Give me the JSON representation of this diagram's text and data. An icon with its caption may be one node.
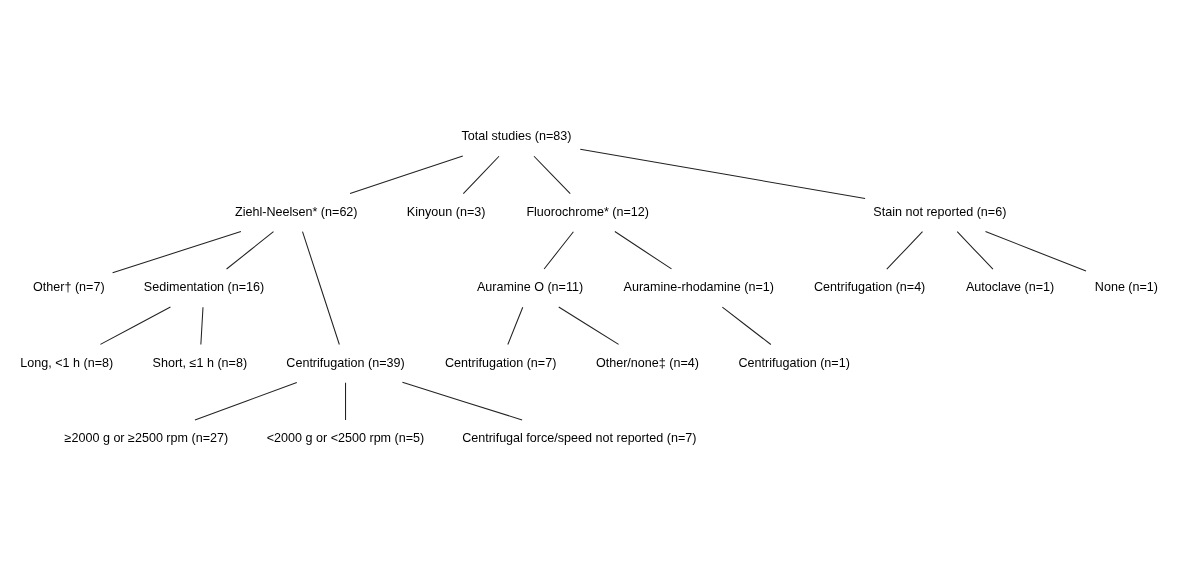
{
  "diagram": {
    "nodes": [
      {
        "text": [
          "Total studies (n=83)"
        ]
      },
      {
        "text": [
          "Ziehl-Neelsen* (n=62)"
        ]
      },
      {
        "text": [
          "Kinyoun (n=3)"
        ]
      },
      {
        "text": [
          "Fluorochrome* (n=12)"
        ]
      },
      {
        "text": [
          "Stain not reported (n=6)"
        ]
      },
      {
        "text": [
          "Other† (n=7)"
        ]
      },
      {
        "text": [
          "Sedimentation (n=16)"
        ]
      },
      {
        "text": [
          "Auramine O (n=11)"
        ]
      },
      {
        "text": [
          "Auramine-rhodamine (n=1)"
        ]
      },
      {
        "text": [
          "Long, <1 h (n=8)"
        ]
      },
      {
        "text": [
          "Short, ≤1 h (n=8)"
        ]
      },
      {
        "text": [
          "Centrifugation (n=39)"
        ]
      },
      {
        "text": [
          "Centrifugation (n=7)"
        ]
      },
      {
        "text": [
          "Other/none‡ (n=4)"
        ]
      },
      {
        "text": [
          "Centrifugation (n=1)"
        ]
      },
      {
        "text": [
          "Centrifugation (n=4)"
        ]
      },
      {
        "text": [
          "Autoclave (n=1)"
        ]
      },
      {
        "text": [
          "None (n=1)"
        ]
      },
      {
        "text": [
          "≥2000 g or ≥2500 rpm (n=27)"
        ]
      },
      {
        "text": [
          "<2000 g or <2500 rpm (n=5)"
        ]
      },
      {
        "text": [
          "Centrifugal force/speed not reported (n=7)"
        ]
      }
    ],
    "edges": [
      {
        "from": 0,
        "to": 1,
        "arrow": "none"
      },
      {
        "from": 0,
        "to": 2,
        "arrow": "none"
      },
      {
        "from": 0,
        "to": 3,
        "arrow": "none"
      },
      {
        "from": 0,
        "to": 4,
        "arrow": "none"
      },
      {
        "from": 1,
        "to": 5,
        "arrow": "none"
      },
      {
        "from": 1,
        "to": 11,
        "arrow": "none"
      },
      {
        "from": 1,
        "to": 6,
        "arrow": "none"
      },
      {
        "from": 6,
        "to": 9,
        "arrow": "none"
      },
      {
        "from": 6,
        "to": 10,
        "arrow": "none"
      },
      {
        "from": 3,
        "to": 7,
        "arrow": "none"
      },
      {
        "from": 3,
        "to": 8,
        "arrow": "none"
      },
      {
        "from": 7,
        "to": 12,
        "arrow": "none"
      },
      {
        "from": 7,
        "to": 13,
        "arrow": "none"
      },
      {
        "from": 8,
        "to": 14,
        "arrow": "none"
      },
      {
        "from": 4,
        "to": 15,
        "arrow": "none"
      },
      {
        "from": 4,
        "to": 16,
        "arrow": "none"
      },
      {
        "from": 4,
        "to": 17,
        "arrow": "none"
      },
      {
        "from": 11,
        "to": 18,
        "arrow": "none"
      },
      {
        "from": 11,
        "to": 19,
        "arrow": "none"
      },
      {
        "from": 11,
        "to": 20,
        "arrow": "none"
      }
    ]
  }
}
